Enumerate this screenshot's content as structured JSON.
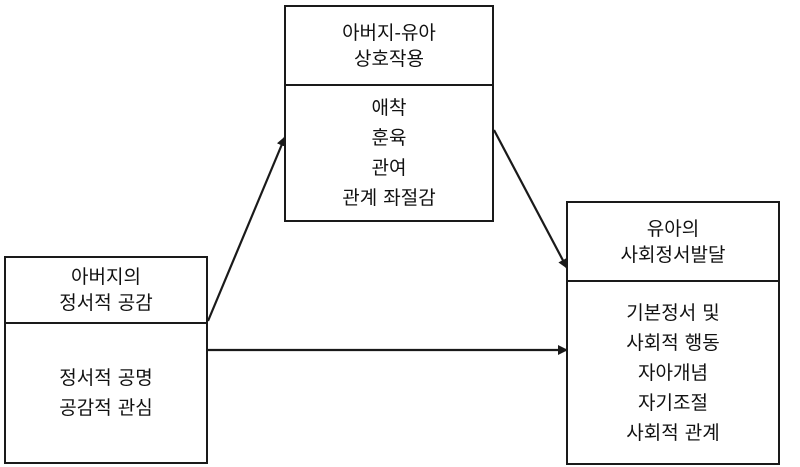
{
  "nodes": {
    "interaction": {
      "title": [
        "아버지-유아",
        "상호작용"
      ],
      "items": [
        "애착",
        "훈육",
        "관여",
        "관계 좌절감"
      ]
    },
    "empathy": {
      "title": [
        "아버지의",
        "정서적 공감"
      ],
      "items": [
        "정서적 공명",
        "공감적 관심"
      ]
    },
    "development": {
      "title": [
        "유아의",
        "사회정서발달"
      ],
      "items": [
        "기본정서 및",
        "사회적 행동",
        "자아개념",
        "자기조절",
        "사회적 관계"
      ]
    }
  },
  "colors": {
    "line": "#1a1a1a",
    "background": "#ffffff"
  }
}
